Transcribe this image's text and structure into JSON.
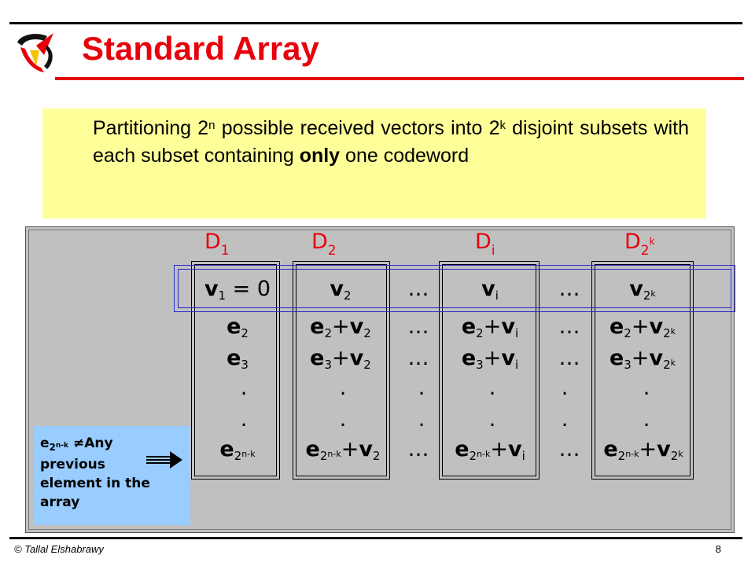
{
  "slide": {
    "title": "Standard Array",
    "footer": "© Tallal Elshabrawy",
    "page_number": "8"
  },
  "statement": {
    "part1": "Partitioning 2",
    "sup1": "n",
    "part2": " possible received vectors into 2",
    "sup2": "k",
    "part3": " disjoint subsets with each subset containing ",
    "bold": "only",
    "part4": " one codeword"
  },
  "columns": [
    {
      "label": "D",
      "sub": "1"
    },
    {
      "label": "D",
      "sub": "2"
    },
    {
      "label": "D",
      "sub": "i"
    },
    {
      "label": "D",
      "sub": "2",
      "subsup": "k"
    }
  ],
  "note": {
    "e": "e",
    "sub": "2",
    "subsup": "n-k",
    "text1": " ≠Any",
    "text2": "previous",
    "text3": "element in the",
    "text4": "array"
  },
  "colors": {
    "accent": "#e8000b",
    "note_bg": "#99ccff",
    "statement_bg": "#ffff99",
    "array_bg": "#c0c0c0"
  }
}
